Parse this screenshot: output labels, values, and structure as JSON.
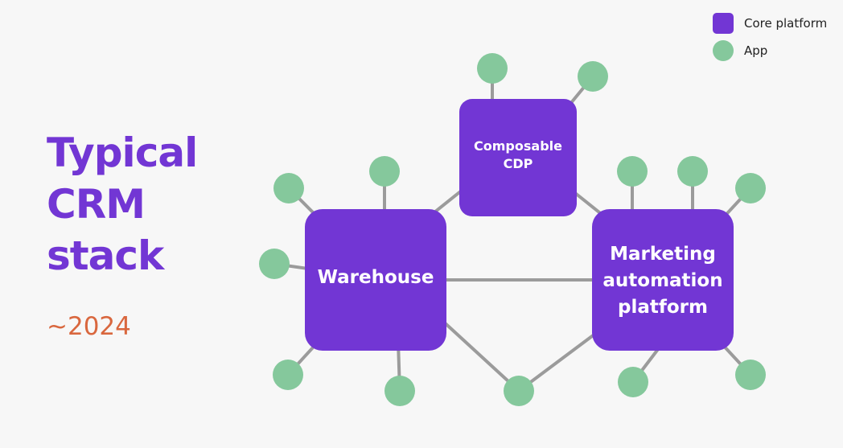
{
  "title_lines": [
    "Typical",
    "CRM",
    "stack"
  ],
  "subtitle": "~2024",
  "legend": {
    "core_label": "Core platform",
    "app_label": "App"
  },
  "colors": {
    "core": "#7236d4",
    "app": "#85c89c",
    "edge": "#9b9b9b",
    "title": "#7236d4",
    "subtitle": "#d9673e"
  },
  "platforms": {
    "cdp": [
      "Composable",
      "CDP"
    ],
    "warehouse": [
      "Warehouse"
    ],
    "map": [
      "Marketing",
      "automation",
      "platform"
    ]
  }
}
